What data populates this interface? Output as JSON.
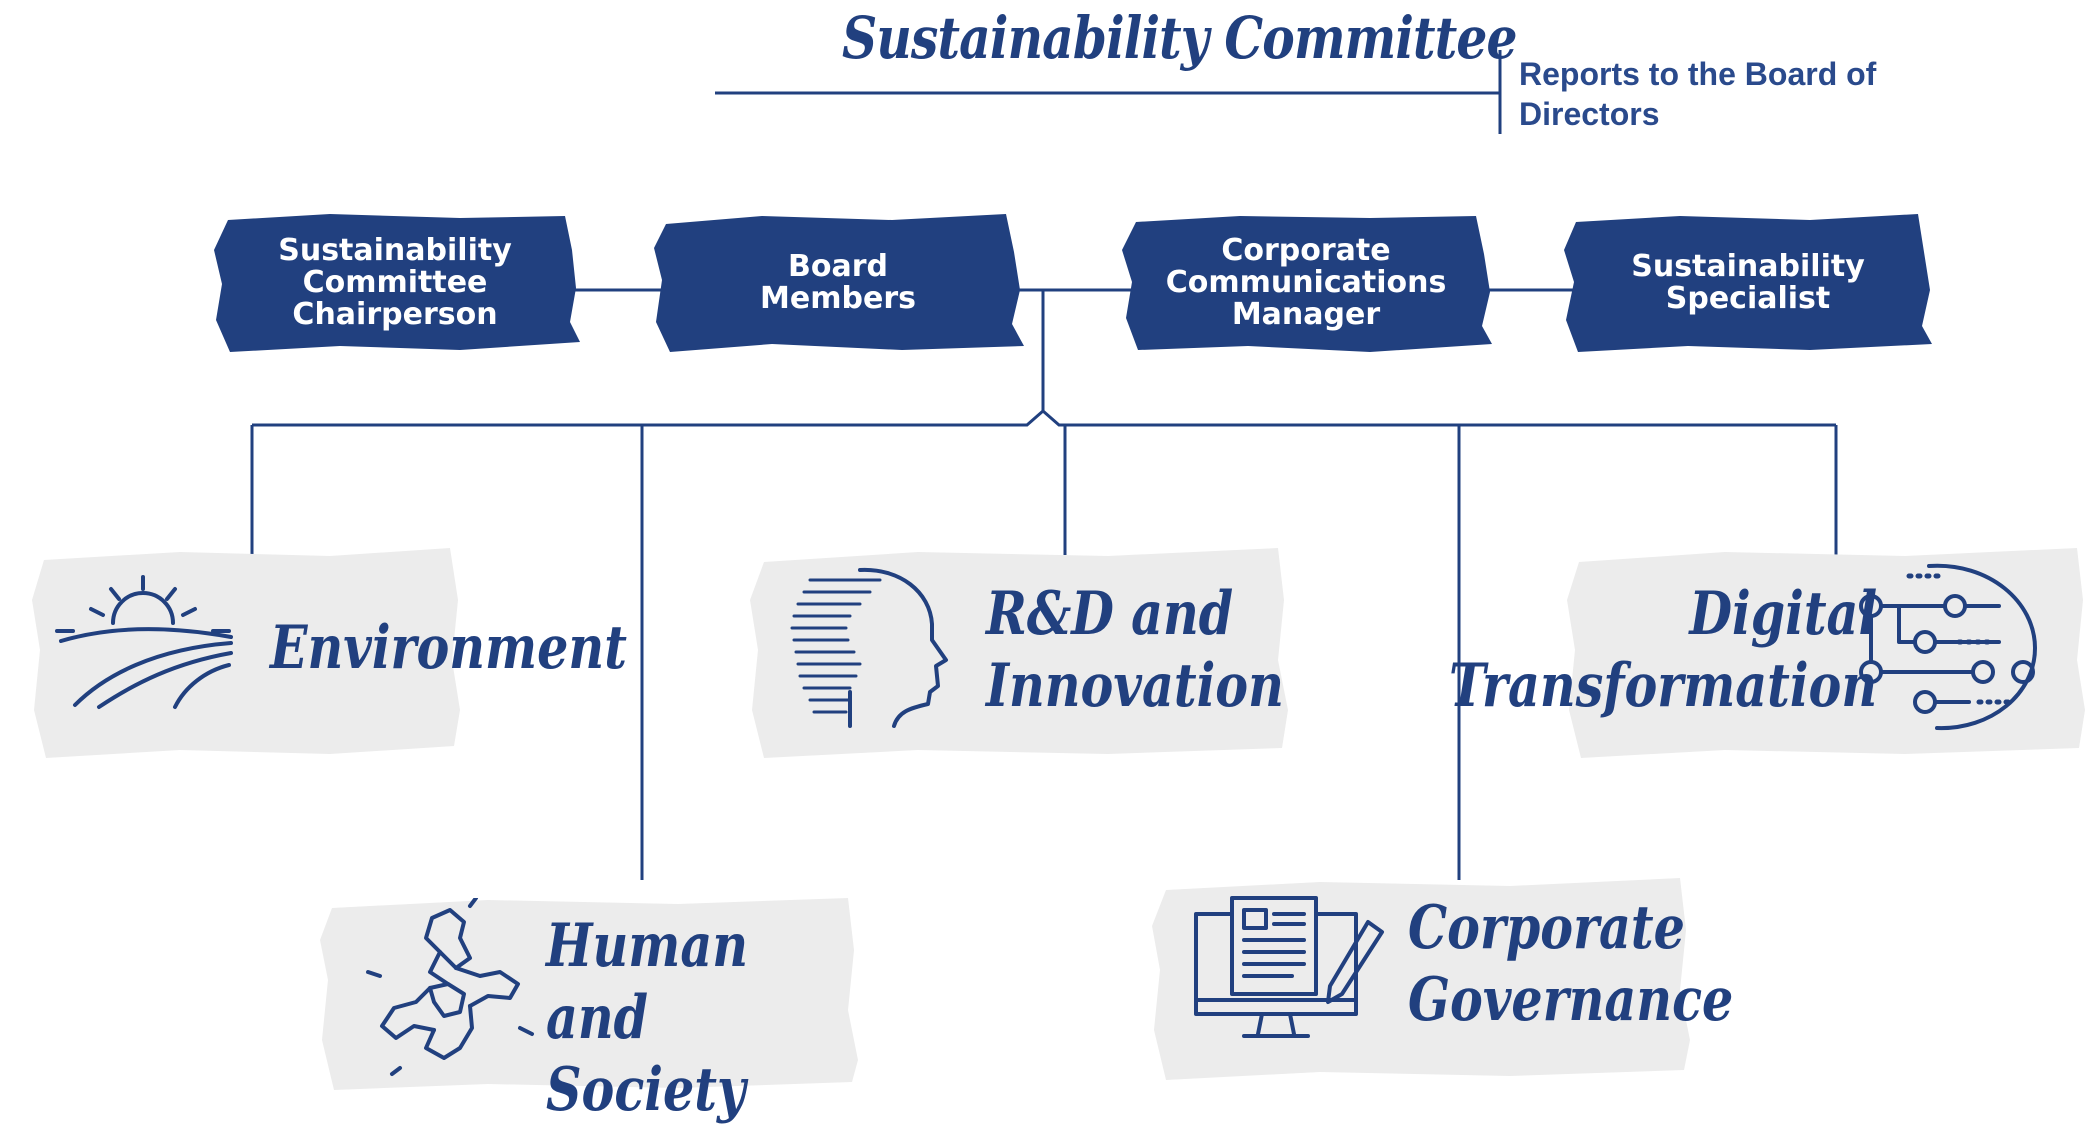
{
  "title": "Sustainability Committee",
  "reports_to": "Reports to the Board of Directors",
  "roles": [
    {
      "label": "Sustainability\nCommittee\nChairperson"
    },
    {
      "label": "Board\nMembers"
    },
    {
      "label": "Corporate\nCommunications\nManager"
    },
    {
      "label": "Sustainability\nSpecialist"
    }
  ],
  "areas": {
    "environment": {
      "label": "Environment",
      "icon": "sunrise-landscape-icon"
    },
    "human_society": {
      "label": "Human and\nSociety",
      "icon": "joined-hands-icon"
    },
    "rnd_innovation": {
      "label": "R&D and\nInnovation",
      "icon": "digital-head-icon"
    },
    "corporate_governance": {
      "label": "Corporate\nGovernance",
      "icon": "monitor-document-pen-icon"
    },
    "digital_transformation": {
      "label": "Digital\nTransformation",
      "icon": "circuit-brain-icon"
    }
  },
  "colors": {
    "primary": "#21407f",
    "brush_gray": "#ececec",
    "white": "#ffffff"
  }
}
